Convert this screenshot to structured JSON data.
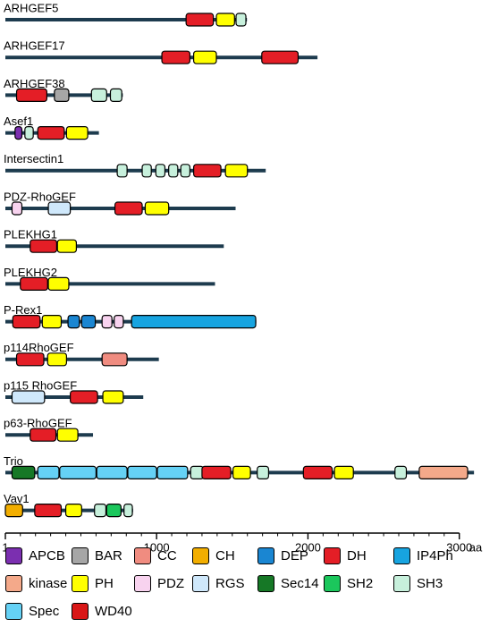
{
  "scale": {
    "ticks": [
      "1",
      "1000",
      "2000",
      "3000"
    ],
    "tick_values": [
      1,
      1000,
      2000,
      3000
    ],
    "unit": "aa"
  },
  "domain_colors": {
    "APCB": "#7b2fb0",
    "BAR": "#a6a6a6",
    "CC": "#f08c80",
    "CH": "#f2ae00",
    "DEP": "#1a86d2",
    "DH": "#e41e26",
    "IP4Ph": "#17a4e0",
    "kinase": "#f4a98a",
    "PH": "#ffff00",
    "PDZ": "#f8d3ef",
    "RGS": "#cfe8fb",
    "Sec14": "#167826",
    "SH2": "#1bc75c",
    "SH3": "#c7f0dc",
    "Spec": "#65d1f5",
    "WD40": "#d91717"
  },
  "legend": [
    "APCB",
    "BAR",
    "CC",
    "CH",
    "DEP",
    "DH",
    "IP4Ph",
    "kinase",
    "PH",
    "PDZ",
    "RGS",
    "Sec14",
    "SH2",
    "SH3",
    "Spec",
    "WD40"
  ],
  "proteins": [
    {
      "name": "ARHGEF5",
      "length": 1597,
      "domains": [
        {
          "type": "DH",
          "start": 1195,
          "end": 1375
        },
        {
          "type": "PH",
          "start": 1395,
          "end": 1515
        },
        {
          "type": "SH3",
          "start": 1525,
          "end": 1590
        }
      ]
    },
    {
      "name": "ARHGEF17",
      "length": 2063,
      "domains": [
        {
          "type": "DH",
          "start": 1035,
          "end": 1220
        },
        {
          "type": "PH",
          "start": 1245,
          "end": 1395
        },
        {
          "type": "DH",
          "start": 1695,
          "end": 1935
        }
      ]
    },
    {
      "name": "ARHGEF38",
      "length": 777,
      "domains": [
        {
          "type": "DH",
          "start": 75,
          "end": 275
        },
        {
          "type": "BAR",
          "start": 325,
          "end": 420
        },
        {
          "type": "SH3",
          "start": 570,
          "end": 670
        },
        {
          "type": "SH3",
          "start": 695,
          "end": 770
        }
      ]
    },
    {
      "name": "Asef1",
      "length": 619,
      "domains": [
        {
          "type": "APCB",
          "start": 65,
          "end": 110
        },
        {
          "type": "SH3",
          "start": 130,
          "end": 185
        },
        {
          "type": "DH",
          "start": 215,
          "end": 390
        },
        {
          "type": "PH",
          "start": 405,
          "end": 545
        }
      ]
    },
    {
      "name": "Intersectin1",
      "length": 1721,
      "domains": [
        {
          "type": "SH3",
          "start": 740,
          "end": 805
        },
        {
          "type": "SH3",
          "start": 905,
          "end": 965
        },
        {
          "type": "SH3",
          "start": 995,
          "end": 1055
        },
        {
          "type": "SH3",
          "start": 1080,
          "end": 1140
        },
        {
          "type": "SH3",
          "start": 1160,
          "end": 1220
        },
        {
          "type": "DH",
          "start": 1245,
          "end": 1425
        },
        {
          "type": "PH",
          "start": 1455,
          "end": 1600
        }
      ]
    },
    {
      "name": "PDZ-RhoGEF",
      "length": 1522,
      "domains": [
        {
          "type": "PDZ",
          "start": 45,
          "end": 110
        },
        {
          "type": "RGS",
          "start": 285,
          "end": 430
        },
        {
          "type": "DH",
          "start": 725,
          "end": 905
        },
        {
          "type": "PH",
          "start": 925,
          "end": 1080
        }
      ]
    },
    {
      "name": "PLEKHG1",
      "length": 1444,
      "domains": [
        {
          "type": "DH",
          "start": 165,
          "end": 340
        },
        {
          "type": "PH",
          "start": 345,
          "end": 470
        }
      ]
    },
    {
      "name": "PLEKHG2",
      "length": 1386,
      "domains": [
        {
          "type": "DH",
          "start": 100,
          "end": 280
        },
        {
          "type": "PH",
          "start": 285,
          "end": 420
        }
      ]
    },
    {
      "name": "P-Rex1",
      "length": 1659,
      "domains": [
        {
          "type": "DH",
          "start": 50,
          "end": 230
        },
        {
          "type": "PH",
          "start": 245,
          "end": 370
        },
        {
          "type": "DEP",
          "start": 415,
          "end": 490
        },
        {
          "type": "DEP",
          "start": 505,
          "end": 595
        },
        {
          "type": "PDZ",
          "start": 640,
          "end": 705
        },
        {
          "type": "PDZ",
          "start": 720,
          "end": 780
        },
        {
          "type": "IP4Ph",
          "start": 835,
          "end": 1655
        }
      ]
    },
    {
      "name": "p114RhoGEF",
      "length": 1015,
      "domains": [
        {
          "type": "DH",
          "start": 75,
          "end": 255
        },
        {
          "type": "PH",
          "start": 280,
          "end": 405
        },
        {
          "type": "CC",
          "start": 640,
          "end": 805
        }
      ]
    },
    {
      "name": "p115 RhoGEF",
      "length": 912,
      "domains": [
        {
          "type": "RGS",
          "start": 45,
          "end": 260
        },
        {
          "type": "DH",
          "start": 430,
          "end": 610
        },
        {
          "type": "PH",
          "start": 645,
          "end": 780
        }
      ]
    },
    {
      "name": "p63-RhoGEF",
      "length": 580,
      "domains": [
        {
          "type": "DH",
          "start": 165,
          "end": 335
        },
        {
          "type": "PH",
          "start": 345,
          "end": 480
        }
      ]
    },
    {
      "name": "Trio",
      "length": 3097,
      "domains": [
        {
          "type": "Sec14",
          "start": 45,
          "end": 195
        },
        {
          "type": "Spec",
          "start": 215,
          "end": 355
        },
        {
          "type": "Spec",
          "start": 360,
          "end": 600
        },
        {
          "type": "Spec",
          "start": 605,
          "end": 805
        },
        {
          "type": "Spec",
          "start": 810,
          "end": 1000
        },
        {
          "type": "Spec",
          "start": 1005,
          "end": 1205
        },
        {
          "type": "SH3",
          "start": 1225,
          "end": 1310
        },
        {
          "type": "DH",
          "start": 1300,
          "end": 1490
        },
        {
          "type": "PH",
          "start": 1505,
          "end": 1620
        },
        {
          "type": "SH3",
          "start": 1665,
          "end": 1740
        },
        {
          "type": "DH",
          "start": 1970,
          "end": 2160
        },
        {
          "type": "PH",
          "start": 2175,
          "end": 2300
        },
        {
          "type": "SH3",
          "start": 2575,
          "end": 2650
        },
        {
          "type": "kinase",
          "start": 2735,
          "end": 3055
        }
      ]
    },
    {
      "name": "Vav1",
      "length": 845,
      "domains": [
        {
          "type": "CH",
          "start": 1,
          "end": 115
        },
        {
          "type": "DH",
          "start": 195,
          "end": 370
        },
        {
          "type": "PH",
          "start": 400,
          "end": 505
        },
        {
          "type": "SH3",
          "start": 590,
          "end": 665
        },
        {
          "type": "SH2",
          "start": 670,
          "end": 765
        },
        {
          "type": "SH3",
          "start": 785,
          "end": 840
        }
      ]
    }
  ]
}
